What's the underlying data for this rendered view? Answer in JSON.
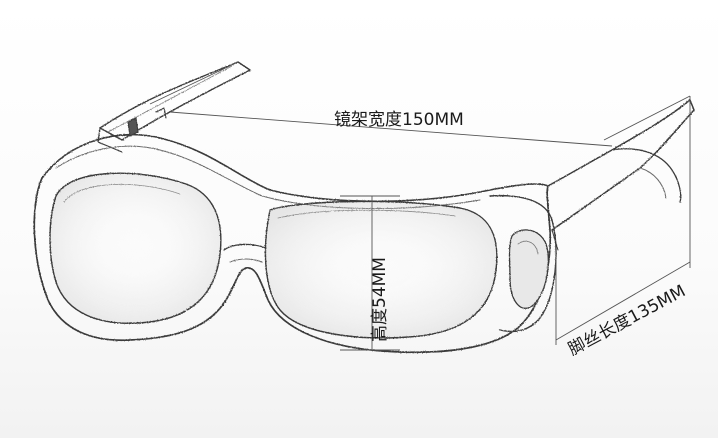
{
  "dimensions": {
    "frame_width": "镜架宽度150MM",
    "lens_height": "高度54MM",
    "temple_length": "脚丝长度135MM"
  },
  "colors": {
    "line": "#3a3a3a",
    "shade": "#8a8a8a",
    "dim_line": "#555555"
  }
}
